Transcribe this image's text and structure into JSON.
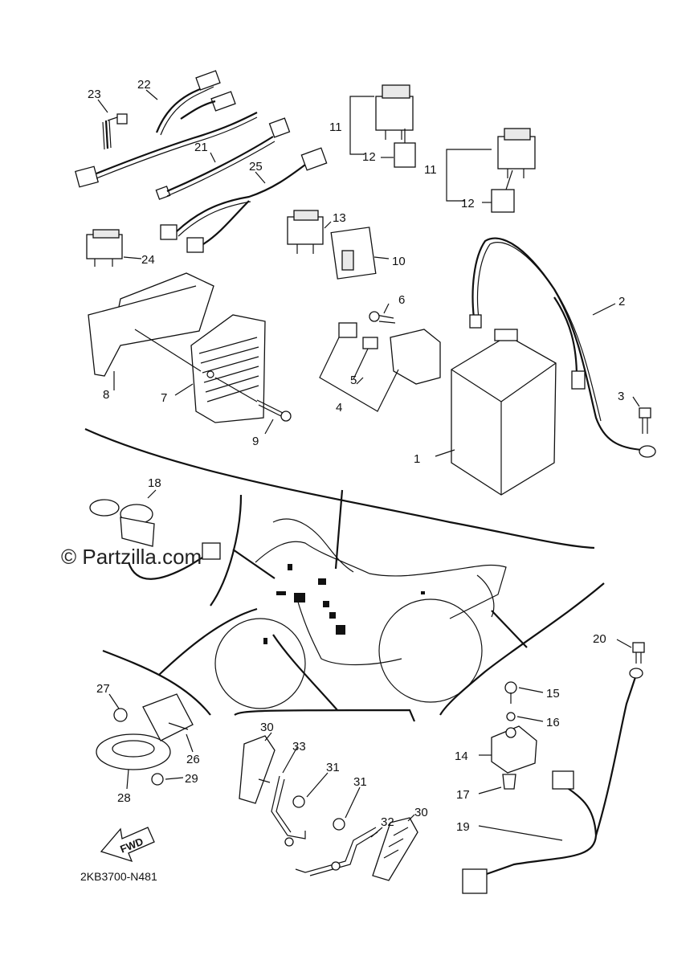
{
  "watermark": "© Partzilla.com",
  "diagram_code": "2KB3700-N481",
  "fwd_label": "FWD",
  "callouts": {
    "c1": "1",
    "c2": "2",
    "c3": "3",
    "c4": "4",
    "c5": "5",
    "c6": "6",
    "c7": "7",
    "c8": "8",
    "c9": "9",
    "c10": "10",
    "c11a": "11",
    "c11b": "11",
    "c12a": "12",
    "c12b": "12",
    "c13": "13",
    "c14": "14",
    "c15": "15",
    "c16": "16",
    "c17": "17",
    "c18": "18",
    "c19": "19",
    "c20": "20",
    "c21": "21",
    "c22": "22",
    "c23": "23",
    "c24": "24",
    "c25": "25",
    "c26": "26",
    "c27": "27",
    "c28": "28",
    "c29": "29",
    "c30a": "30",
    "c30b": "30",
    "c31a": "31",
    "c31b": "31",
    "c32": "32",
    "c33": "33"
  }
}
